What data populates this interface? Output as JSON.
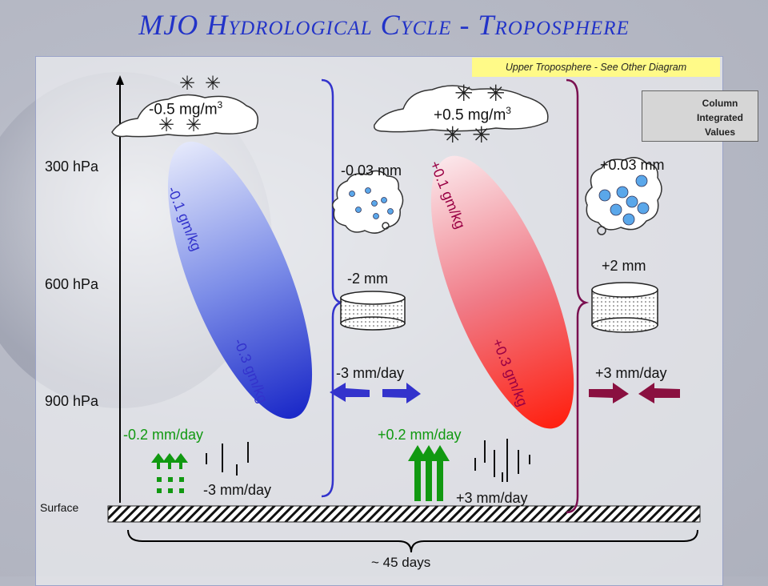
{
  "title": "MJO Hydrological Cycle - Troposphere",
  "upper_note": "Upper Troposphere - See Other Diagram",
  "legend": {
    "line1": "Column",
    "line2": "Integrated",
    "line3": "Values"
  },
  "pressure_levels": {
    "p300": "300 hPa",
    "p600": "600 hPa",
    "p900": "900 hPa",
    "surface": "Surface"
  },
  "dry_phase": {
    "ice": "-0.5 mg/m",
    "ice_exp": "3",
    "humidity_upper": "-0.1 gm/kg",
    "humidity_lower": "-0.3 gm/kg",
    "cloud_water": "-0.03 mm",
    "vapor": "-2 mm",
    "convergence": "-3 mm/day",
    "evaporation": "-0.2 mm/day",
    "precip": "-3 mm/day"
  },
  "wet_phase": {
    "ice": "+0.5 mg/m",
    "ice_exp": "3",
    "humidity_upper": "+0.1 gm/kg",
    "humidity_lower": "+0.3 gm/kg",
    "cloud_water": "+0.03 mm",
    "vapor": "+2 mm",
    "convergence": "+3 mm/day",
    "evaporation": "+0.2 mm/day",
    "precip": "+3 mm/day"
  },
  "duration": "~ 45 days",
  "colors": {
    "title": "#2233c8",
    "dry": "#3333cc",
    "wet": "#990044",
    "evap": "#119911",
    "note_bg": "#fffa88"
  }
}
